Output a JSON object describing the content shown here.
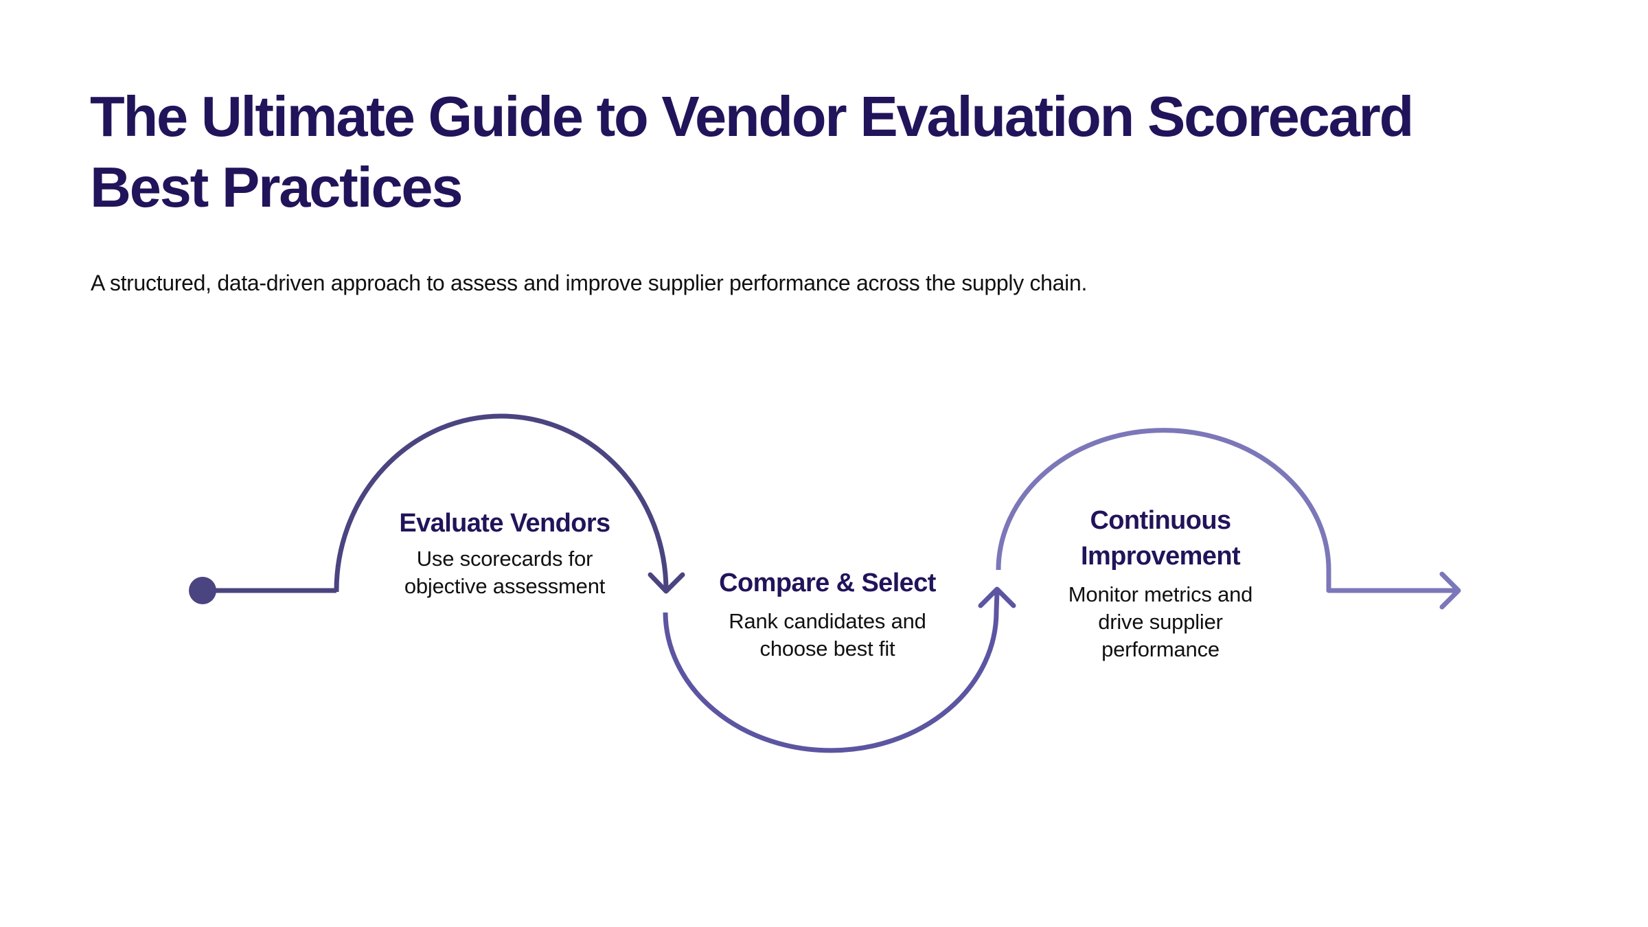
{
  "header": {
    "title_line1": "The Ultimate Guide to Vendor Evaluation Scorecard",
    "title_line2": "Best Practices",
    "subtitle": "A structured, data-driven approach to assess and improve supplier performance across the supply chain."
  },
  "flow": {
    "colors": {
      "title": "#21145a",
      "stage1": "#4a4480",
      "stage2": "#5c55a2",
      "stage3": "#7c77b8"
    },
    "steps": [
      {
        "title": "Evaluate Vendors",
        "description_line1": "Use scorecards for",
        "description_line2": "objective assessment"
      },
      {
        "title": "Compare & Select",
        "description_line1": "Rank candidates and",
        "description_line2": "choose best fit"
      },
      {
        "title_line1": "Continuous",
        "title_line2": "Improvement",
        "description_line1": "Monitor metrics and",
        "description_line2": "drive supplier",
        "description_line3": "performance"
      }
    ]
  }
}
